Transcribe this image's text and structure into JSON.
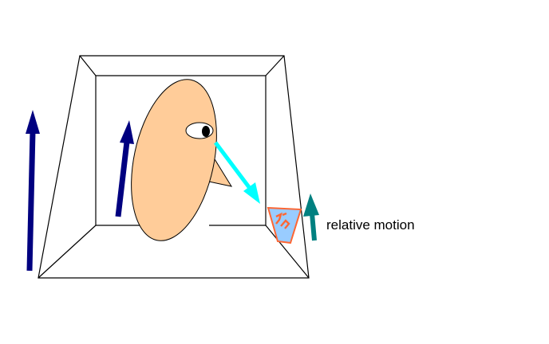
{
  "diagram": {
    "label_relative_motion": "relative motion",
    "colors": {
      "room_lines": "#000000",
      "background": "#ffffff",
      "observer_arrows": "#000080",
      "face_fill": "#ffcc99",
      "eye_fill": "#ffffff",
      "pupil": "#000000",
      "gaze_arrow": "#00ffff",
      "target_fill": "#99ccff",
      "target_stroke": "#ff6633",
      "target_mark": "#ff6633",
      "relative_motion_arrow": "#008080"
    },
    "icons": {
      "observer_arrow_outer": "up-arrow",
      "observer_arrow_inner": "up-arrow",
      "gaze": "diagonal-arrow",
      "relative_motion": "up-arrow"
    }
  }
}
